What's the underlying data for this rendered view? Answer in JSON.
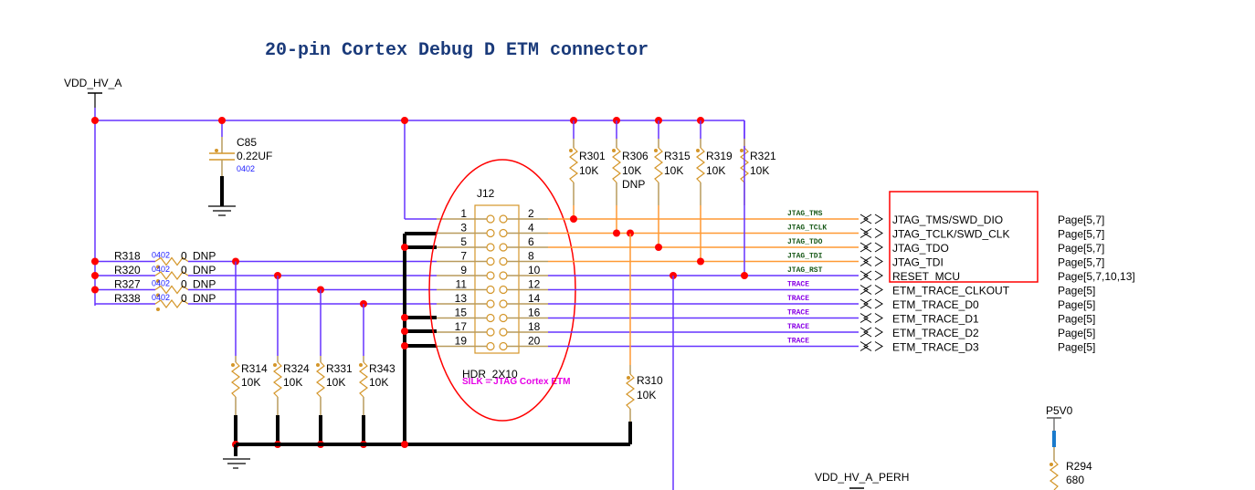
{
  "title": "20-pin Cortex Debug D ETM connector",
  "power": {
    "vdd_hv_a": "VDD_HV_A",
    "vdd_hv_a_perh": "VDD_HV_A_PERH",
    "p5v0": "P5V0"
  },
  "capacitor": {
    "ref": "C85",
    "value": "0.22UF",
    "package": "0402"
  },
  "series_resistors": [
    {
      "ref": "R318",
      "package": "0402",
      "value": "0",
      "note": "DNP"
    },
    {
      "ref": "R320",
      "package": "0402",
      "value": "0",
      "note": "DNP"
    },
    {
      "ref": "R327",
      "package": "0402",
      "value": "0",
      "note": "DNP"
    },
    {
      "ref": "R338",
      "package": "0402",
      "value": "0",
      "note": "DNP"
    }
  ],
  "pulldown_resistors": [
    {
      "ref": "R314",
      "value": "10K"
    },
    {
      "ref": "R324",
      "value": "10K"
    },
    {
      "ref": "R331",
      "value": "10K"
    },
    {
      "ref": "R343",
      "value": "10K"
    }
  ],
  "pullup_resistors": [
    {
      "ref": "R301",
      "value": "10K",
      "note": ""
    },
    {
      "ref": "R306",
      "value": "10K",
      "note": "DNP"
    },
    {
      "ref": "R315",
      "value": "10K",
      "note": ""
    },
    {
      "ref": "R319",
      "value": "10K",
      "note": ""
    },
    {
      "ref": "R321",
      "value": "10K",
      "note": ""
    }
  ],
  "r310": {
    "ref": "R310",
    "value": "10K"
  },
  "r294": {
    "ref": "R294",
    "value": "680"
  },
  "connector": {
    "ref": "J12",
    "part": "HDR_2X10",
    "silk": "SILK = JTAG Cortex ETM",
    "odd_pins": [
      "1",
      "3",
      "5",
      "7",
      "9",
      "11",
      "13",
      "15",
      "17",
      "19"
    ],
    "even_pins": [
      "2",
      "4",
      "6",
      "8",
      "10",
      "12",
      "14",
      "16",
      "18",
      "20"
    ]
  },
  "nets": [
    {
      "label": "JTAG_TMS",
      "port": "JTAG_TMS/SWD_DIO",
      "page": "Page[5,7]"
    },
    {
      "label": "JTAG_TCLK",
      "port": "JTAG_TCLK/SWD_CLK",
      "page": "Page[5,7]"
    },
    {
      "label": "JTAG_TDO",
      "port": "JTAG_TDO",
      "page": "Page[5,7]"
    },
    {
      "label": "JTAG_TDI",
      "port": "JTAG_TDI",
      "page": "Page[5,7]"
    },
    {
      "label": "JTAG_RST",
      "port": "RESET_MCU",
      "page": "Page[5,7,10,13]"
    },
    {
      "label": "TRACE",
      "port": "ETM_TRACE_CLKOUT",
      "page": "Page[5]"
    },
    {
      "label": "TRACE",
      "port": "ETM_TRACE_D0",
      "page": "Page[5]"
    },
    {
      "label": "TRACE",
      "port": "ETM_TRACE_D1",
      "page": "Page[5]"
    },
    {
      "label": "TRACE",
      "port": "ETM_TRACE_D2",
      "page": "Page[5]"
    },
    {
      "label": "TRACE",
      "port": "ETM_TRACE_D3",
      "page": "Page[5]"
    }
  ],
  "colors": {
    "jtag_net_label": "#1a5a1a",
    "trace_net_label": "#8a00e6",
    "jtag_port": "#1a1aff",
    "trace_port": "#ff1a1a",
    "highlight": "#ff0000"
  }
}
